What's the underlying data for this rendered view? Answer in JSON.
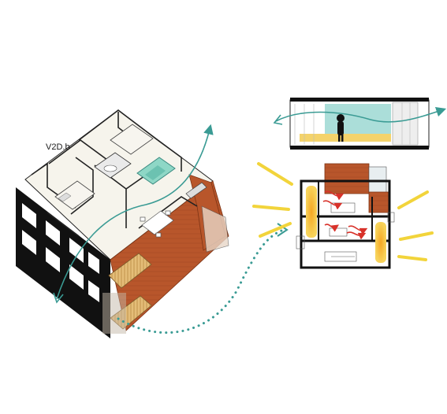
{
  "diagram": {
    "plan_label": "V2D.b",
    "colors": {
      "background": "#ffffff",
      "wall_black": "#111111",
      "brick": "#b8562b",
      "brick_dark": "#8e3d1c",
      "teal": "#3a9b94",
      "teal_fill": "#7fd0c0",
      "yellow": "#f2d43b",
      "orange_glow": "#f5a623",
      "red_arrow": "#d8322a",
      "wood": "#d9a85b",
      "floor": "#f3f0e6",
      "line": "#222222"
    },
    "icons": [
      "airflow-arrow",
      "sun-ray",
      "heat-arrow",
      "dotted-connector",
      "person-silhouette"
    ]
  }
}
